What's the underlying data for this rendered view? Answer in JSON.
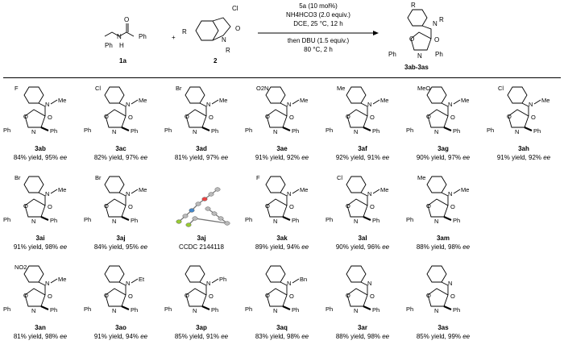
{
  "scheme": {
    "catalyst": "5a (10 mol%)",
    "base1": "NH4HCO3 (2.0 equiv.)",
    "solvent": "DCE, 25 °C, 12 h",
    "then": "then DBU (1.5 equiv.)",
    "temp": "80 °C, 2 h",
    "label_1a": "1a",
    "label_2": "2",
    "label_3": "3ab-3as",
    "plus": "+"
  },
  "entries": [
    {
      "code": "3ab",
      "yield": "84% yield, 95% ",
      "ee": "ee",
      "sub": "F",
      "n": "Me"
    },
    {
      "code": "3ac",
      "yield": "82% yield, 97% ",
      "ee": "ee",
      "sub": "Cl",
      "n": "Me"
    },
    {
      "code": "3ad",
      "yield": "81% yield, 97% ",
      "ee": "ee",
      "sub": "Br",
      "n": "Me"
    },
    {
      "code": "3ae",
      "yield": "91% yield, 92% ",
      "ee": "ee",
      "sub": "O2N",
      "n": "Me"
    },
    {
      "code": "3af",
      "yield": "92% yield, 91% ",
      "ee": "ee",
      "sub": "Me",
      "n": "Me"
    },
    {
      "code": "3ag",
      "yield": "90% yield, 97% ",
      "ee": "ee",
      "sub": "MeO",
      "n": "Me"
    },
    {
      "code": "3ah",
      "yield": "91% yield, 92% ",
      "ee": "ee",
      "sub": "Cl",
      "n": "Me"
    },
    {
      "code": "3ai",
      "yield": "91% yield, 98% ",
      "ee": "ee",
      "sub": "Br",
      "n": "Me"
    },
    {
      "code": "3aj",
      "yield": "84% yield, 95% ",
      "ee": "ee",
      "sub": "Br",
      "n": "Me"
    },
    {
      "code": "3aj",
      "yield": "CCDC 2144118",
      "ee": "",
      "sub": "",
      "n": ""
    },
    {
      "code": "3ak",
      "yield": "89% yield, 94% ",
      "ee": "ee",
      "sub": "F",
      "n": "Me"
    },
    {
      "code": "3al",
      "yield": "90% yield, 96% ",
      "ee": "ee",
      "sub": "Cl",
      "n": "Me"
    },
    {
      "code": "3am",
      "yield": "88% yield, 98% ",
      "ee": "ee",
      "sub": "Me",
      "n": "Me"
    },
    {
      "code": "3an",
      "yield": "81% yield, 98% ",
      "ee": "ee",
      "sub": "NO2",
      "n": "Me"
    },
    {
      "code": "3ao",
      "yield": "91% yield, 94% ",
      "ee": "ee",
      "sub": "",
      "n": "Et"
    },
    {
      "code": "3ap",
      "yield": "85% yield, 91% ",
      "ee": "ee",
      "sub": "",
      "n": "Ph"
    },
    {
      "code": "3aq",
      "yield": "83% yield, 98% ",
      "ee": "ee",
      "sub": "",
      "n": "Bn"
    },
    {
      "code": "3ar",
      "yield": "88% yield, 98% ",
      "ee": "ee",
      "sub": "",
      "n": ""
    },
    {
      "code": "3as",
      "yield": "85% yield, 99% ",
      "ee": "ee",
      "sub": "",
      "n": ""
    }
  ],
  "atoms": {
    "ph": "Ph",
    "o": "O",
    "n": "N",
    "cl": "Cl",
    "h": "H",
    "r3": "R",
    "r4": "R"
  }
}
